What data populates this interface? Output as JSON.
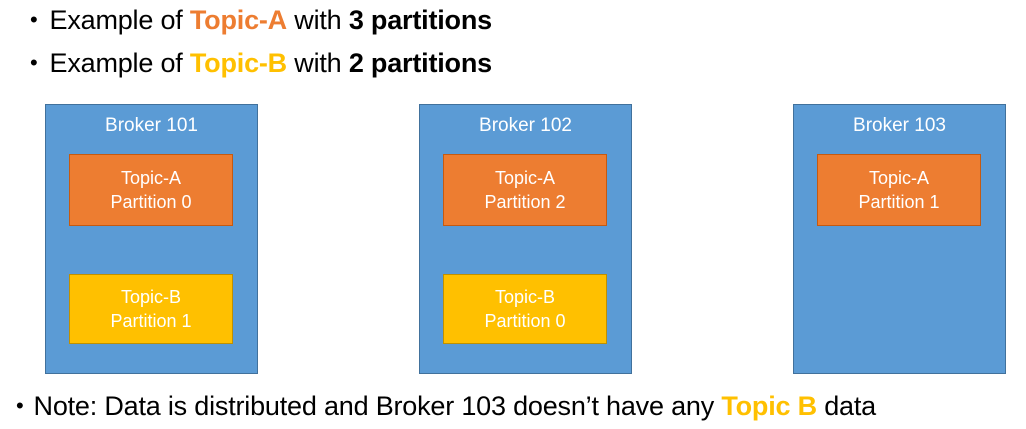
{
  "marker": "•",
  "bullets": [
    {
      "pre": "Example of ",
      "topic": "Topic-A",
      "mid": " with ",
      "bold": "3 partitions"
    },
    {
      "pre": "Example of ",
      "topic": "Topic-B",
      "mid": " with ",
      "bold": "2 partitions"
    }
  ],
  "brokers": [
    {
      "title": "Broker 101",
      "partitions": [
        {
          "topic": "Topic-A",
          "partition": "Partition 0"
        },
        {
          "topic": "Topic-B",
          "partition": "Partition 1"
        }
      ]
    },
    {
      "title": "Broker 102",
      "partitions": [
        {
          "topic": "Topic-A",
          "partition": "Partition 2"
        },
        {
          "topic": "Topic-B",
          "partition": "Partition 0"
        }
      ]
    },
    {
      "title": "Broker 103",
      "partitions": [
        {
          "topic": "Topic-A",
          "partition": "Partition 1"
        }
      ]
    }
  ],
  "note": {
    "pre": "Note: Data is distributed and Broker 103 doesn’t have any ",
    "topic": "Topic B",
    "post": " data"
  },
  "colors": {
    "body_text": "#000000",
    "partition_text": "#ffffff",
    "broker_fill": "#5b9bd5",
    "broker_border": "#41719c",
    "topic_a_fill": "#ed7d31",
    "topic_a_border": "#c55a11",
    "topic_a_text": "#ed7d31",
    "topic_b_fill": "#ffc000",
    "topic_b_border": "#bf9000",
    "topic_b_text": "#ffc000"
  }
}
